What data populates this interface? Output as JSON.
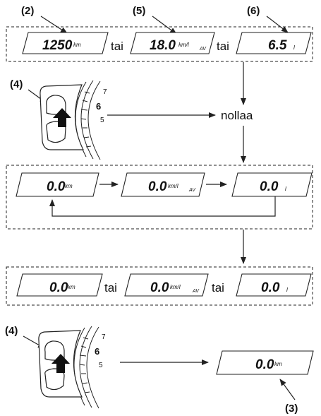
{
  "labels": {
    "n2": "(2)",
    "n5": "(5)",
    "n6": "(6)",
    "n4a": "(4)",
    "n4b": "(4)",
    "n3": "(3)"
  },
  "words": {
    "or": "tai",
    "reset": "nollaa"
  },
  "row1": {
    "odo": {
      "value": "1250",
      "unit": "km"
    },
    "avg": {
      "value": "18.0",
      "unit": "km/l",
      "suffix": "AV"
    },
    "inst": {
      "value": "6.5",
      "unit": "l"
    }
  },
  "row2": {
    "odo": {
      "value": "0.0",
      "unit": "km"
    },
    "avg": {
      "value": "0.0",
      "unit": "km/l",
      "suffix": "AV"
    },
    "inst": {
      "value": "0.0",
      "unit": "l"
    }
  },
  "row3": {
    "odo": {
      "value": "0.0",
      "unit": "km"
    },
    "avg": {
      "value": "0.0",
      "unit": "km/l",
      "suffix": "AV"
    },
    "inst": {
      "value": "0.0",
      "unit": "l"
    }
  },
  "bottom_display": {
    "value": "0.0",
    "unit": "km"
  },
  "gauge_ticks": {
    "t7": "7",
    "t6": "6",
    "t5": "5"
  },
  "colors": {
    "ink": "#111111",
    "background": "#ffffff"
  }
}
